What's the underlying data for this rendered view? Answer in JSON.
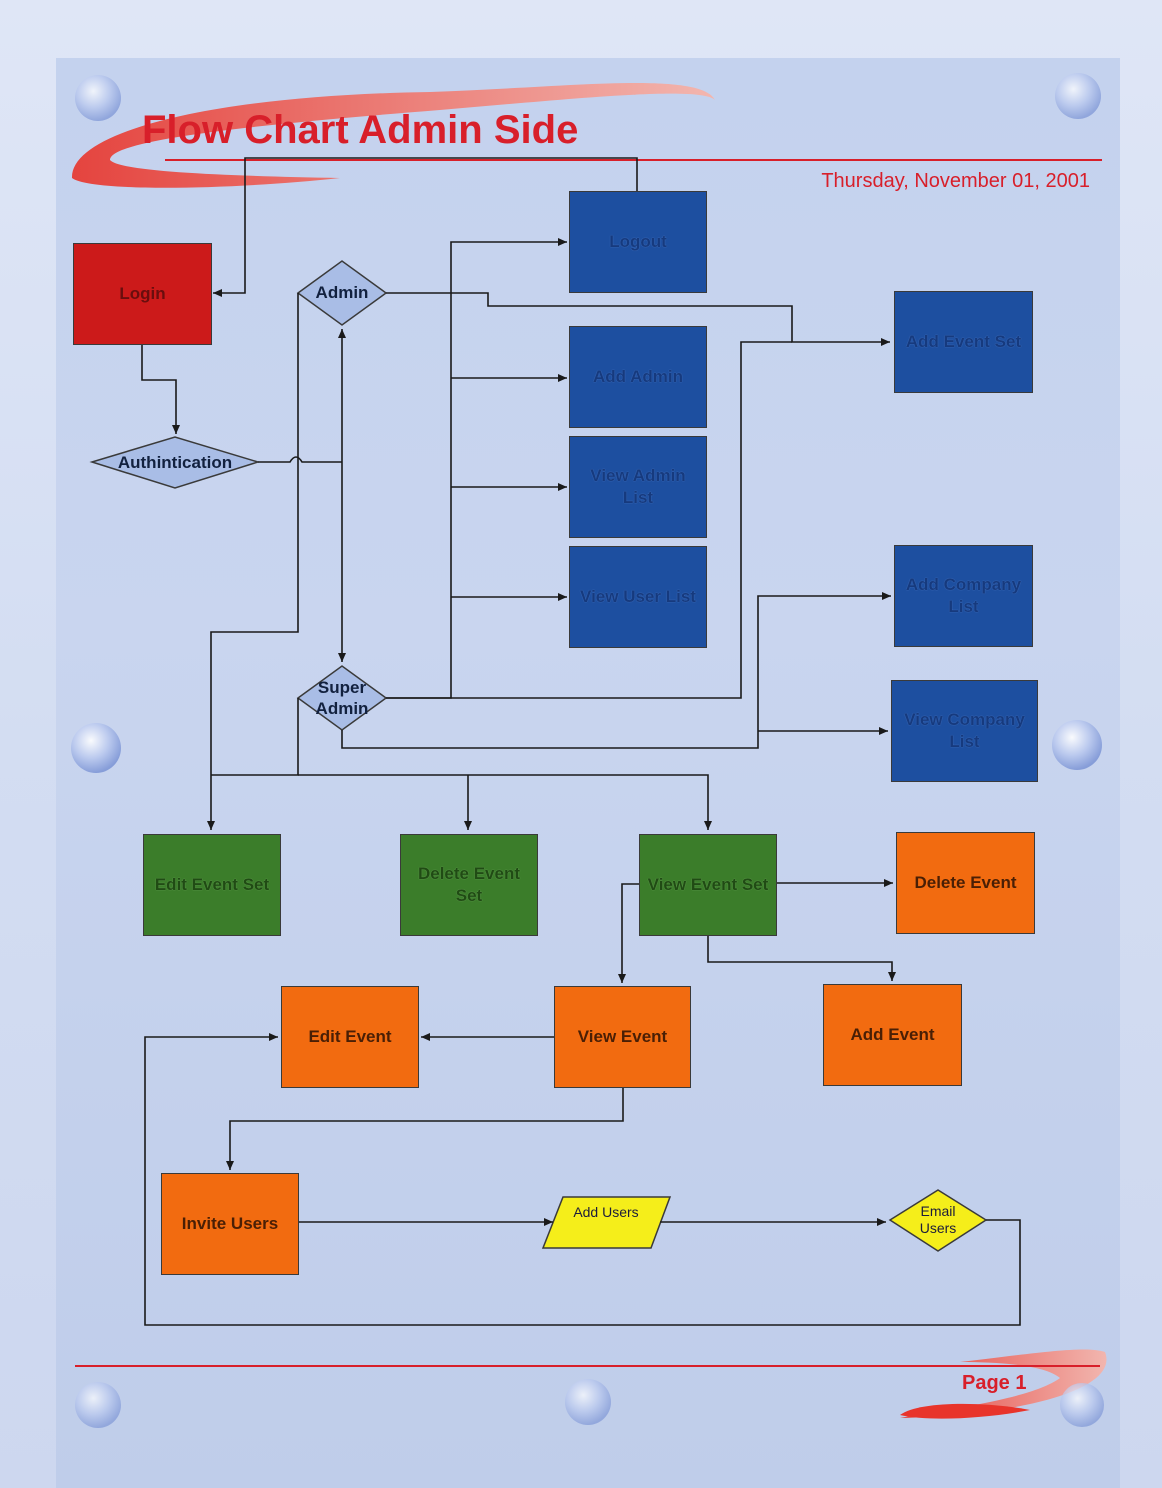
{
  "header": {
    "title": "Flow Chart Admin Side",
    "date": "Thursday, November 01, 2001"
  },
  "footer": {
    "page_label": "Page 1"
  },
  "nodes": {
    "login": "Login",
    "authentication": "Authintication",
    "admin": "Admin",
    "super_admin": "Super Admin",
    "logout": "Logout",
    "add_admin": "Add Admin",
    "view_admin_list": "View Admin List",
    "view_user_list": "View User List",
    "add_event_set": "Add Event Set",
    "add_company_list": "Add Company List",
    "view_company_list": "View Company List",
    "edit_event_set": "Edit Event Set",
    "delete_event_set": "Delete Event Set",
    "view_event_set": "View Event Set",
    "delete_event": "Delete Event",
    "edit_event": "Edit Event",
    "view_event": "View Event",
    "add_event": "Add Event",
    "invite_users": "Invite Users",
    "add_users": "Add Users",
    "email_users": "Email Users"
  },
  "colors": {
    "accent_red": "#d81f2a",
    "node_red": "#cc1a1a",
    "node_blue": "#1d4fa0",
    "node_green": "#3b7d2a",
    "node_orange": "#f26b10",
    "node_yellow": "#f5ee1a",
    "diamond_fill": "#a9bde6"
  }
}
